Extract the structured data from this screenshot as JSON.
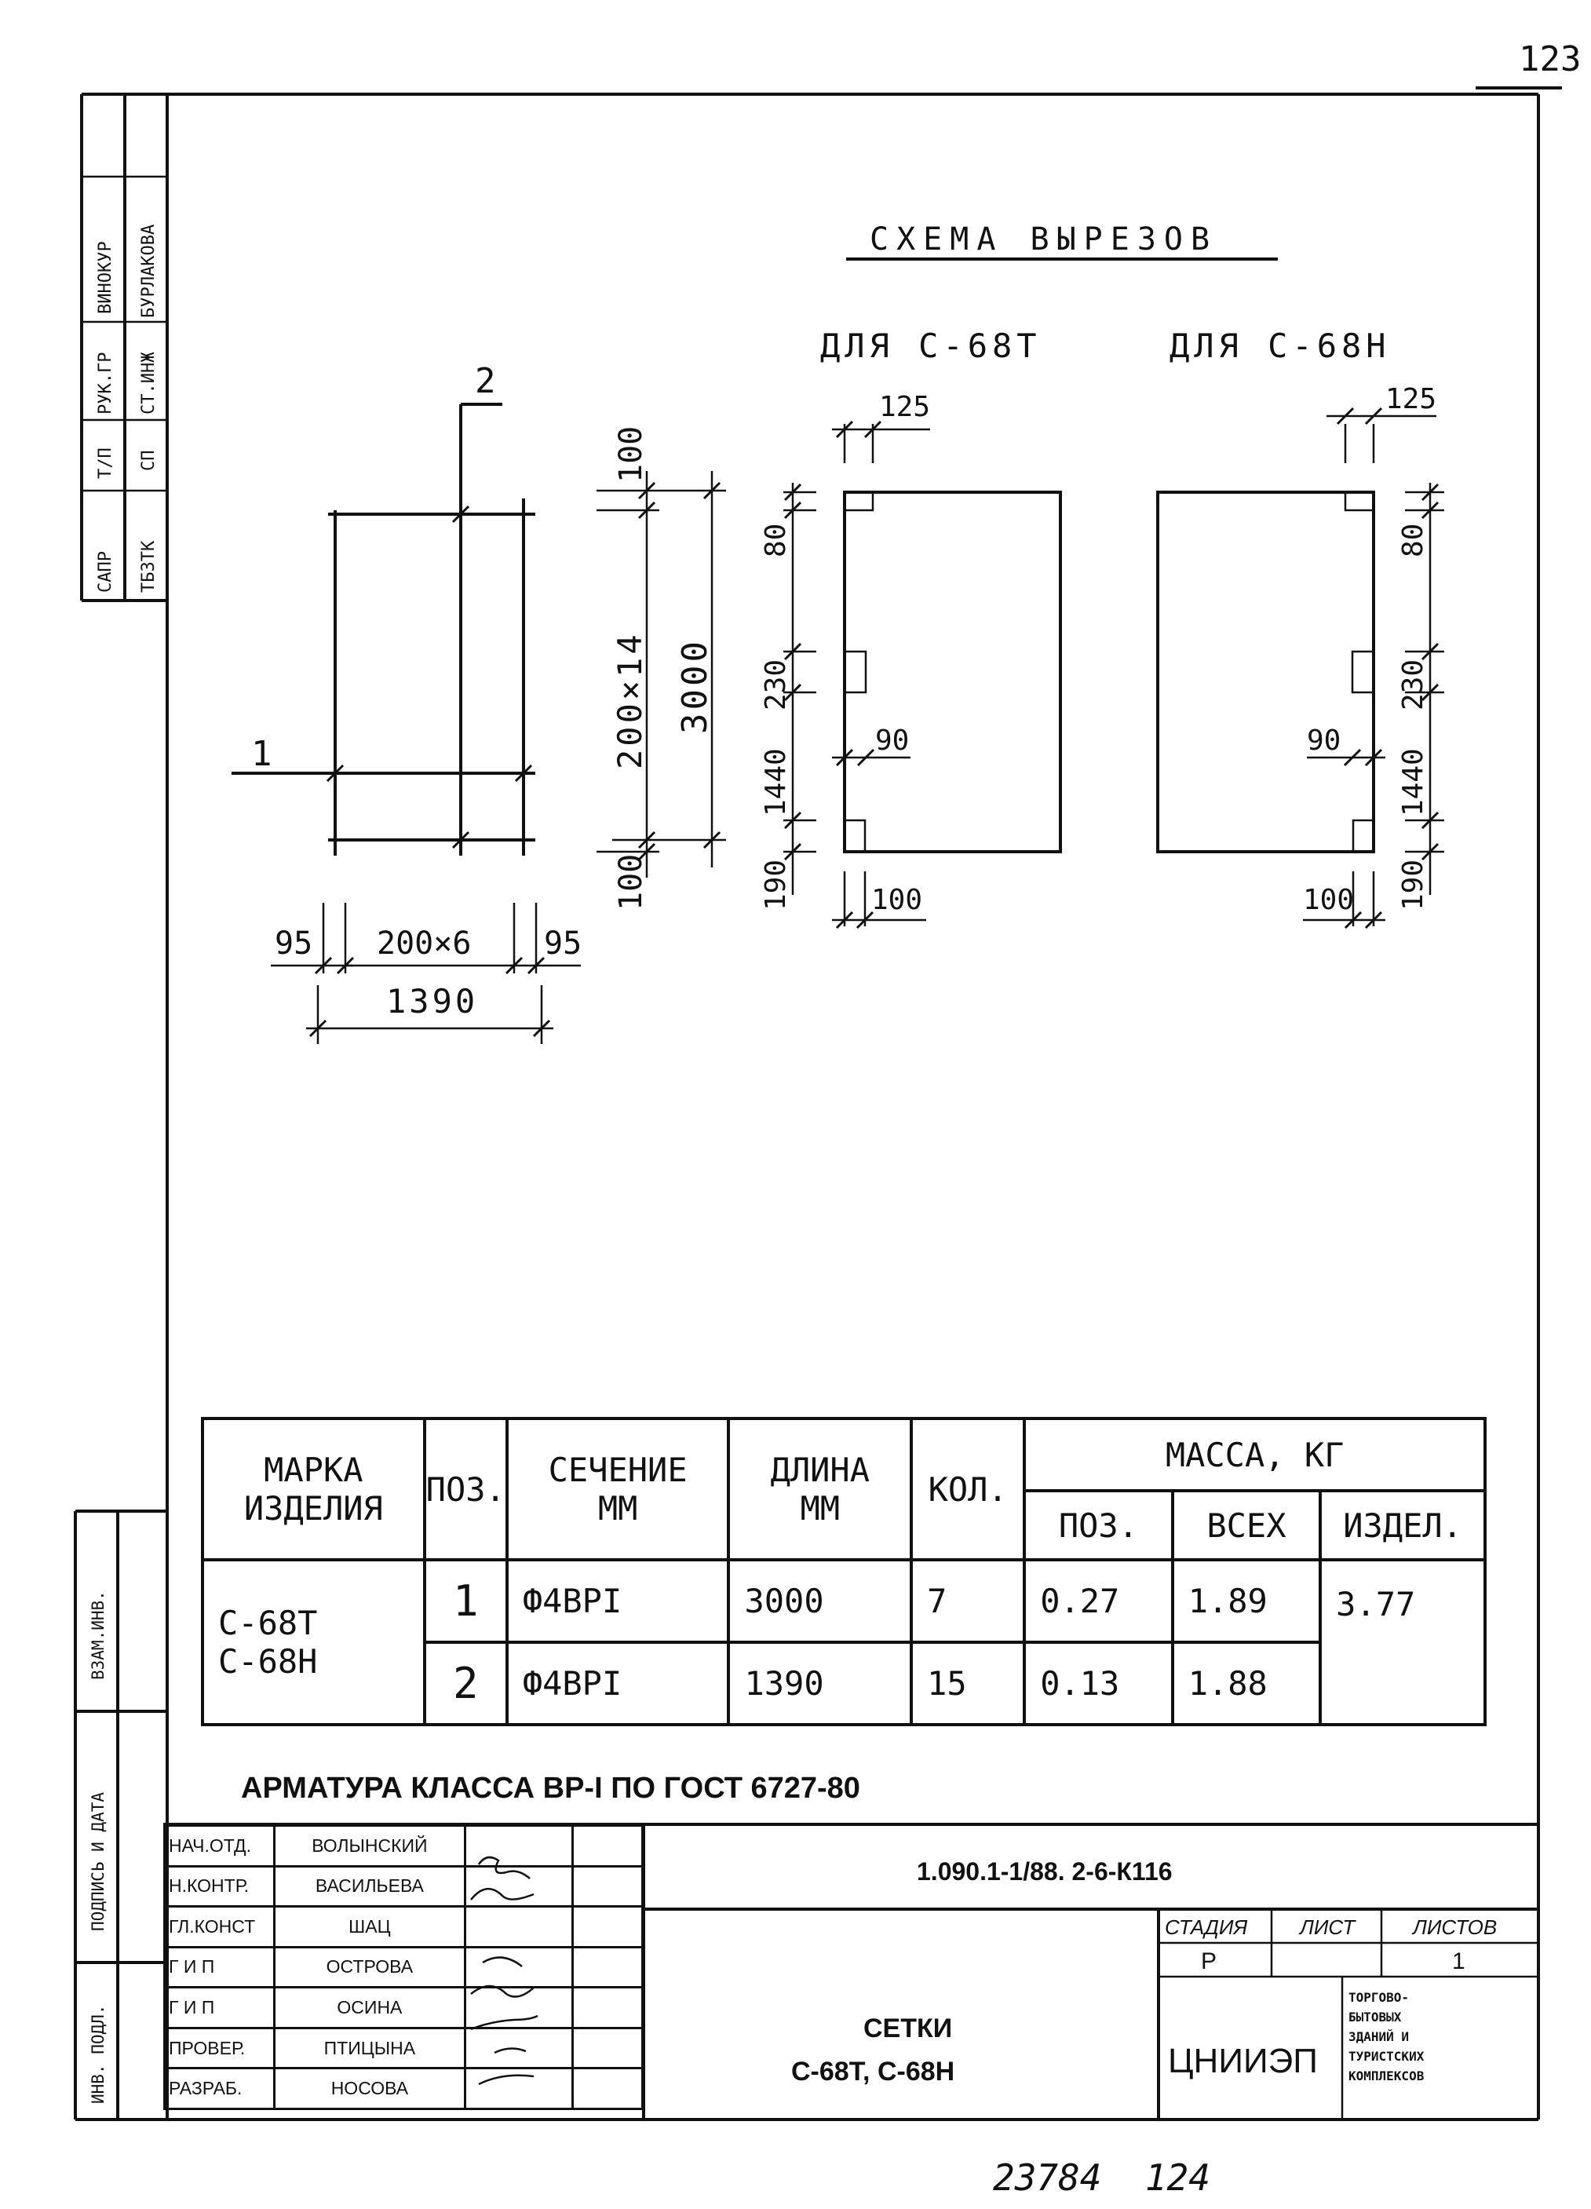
{
  "page_number": "123",
  "bottom_note": "23784  124",
  "scheme": {
    "title": "СХЕМА ВЫРЕЗОВ",
    "label_left": "ДЛЯ С-68Т",
    "label_right": "ДЛЯ С-68Н"
  },
  "mesh": {
    "pos1": "1",
    "pos2": "2",
    "dim_top": "100",
    "dim_mid": "200×14",
    "dim_total": "3000",
    "dim_bottom": "100",
    "dim_left": "95",
    "dim_span": "200×6",
    "dim_right": "95",
    "dim_width": "1390"
  },
  "cutouts": {
    "d125": "125",
    "d80": "80",
    "d230": "230",
    "d1440": "1440",
    "d90": "90",
    "d190": "190",
    "d100": "100"
  },
  "left_stamp": {
    "top": [
      [
        "САПР",
        "ТБ3ТК"
      ],
      [
        "Т/П",
        "СП"
      ],
      [
        "РУК.ГР",
        "СТ.ИНЖ"
      ],
      [
        "ВИНОКУР",
        "БУРЛАКОВА"
      ]
    ],
    "bottom": [
      "ВЗАМ.ИНВ.",
      "ПОДПИСЬ И ДАТА",
      "ИНВ. ПОДЛ."
    ]
  },
  "spec_table": {
    "headers": {
      "marka": [
        "МАРКА",
        "ИЗДЕЛИЯ"
      ],
      "poz": "ПОЗ.",
      "sechenie": [
        "СЕЧЕНИЕ",
        "ММ"
      ],
      "dlina": [
        "ДЛИНА",
        "ММ"
      ],
      "kol": "КОЛ.",
      "massa": "МАССА, КГ",
      "massa_poz": "ПОЗ.",
      "massa_vseh": "ВСЕХ",
      "massa_izdel": "ИЗДЕЛ."
    },
    "product": [
      "С-68Т",
      "С-68Н"
    ],
    "rows": [
      {
        "poz": "1",
        "sechenie": "Ф4ВРI",
        "dlina": "3000",
        "kol": "7",
        "m_poz": "0.27",
        "m_vseh": "1.89"
      },
      {
        "poz": "2",
        "sechenie": "Ф4ВРI",
        "dlina": "1390",
        "kol": "15",
        "m_poz": "0.13",
        "m_vseh": "1.88"
      }
    ],
    "m_izdel": "3.77"
  },
  "note": "АРМАТУРА КЛАССА ВР-I ПО ГОСТ 6727-80",
  "title_block": {
    "people": [
      {
        "role": "НАЧ.ОТД.",
        "name": "ВОЛЫНСКИЙ"
      },
      {
        "role": "Н.КОНТР.",
        "name": "ВАСИЛЬЕВА"
      },
      {
        "role": "ГЛ.КОНСТ",
        "name": "ШАЦ"
      },
      {
        "role": "Г И П",
        "name": "ОСТРОВА"
      },
      {
        "role": "Г И П",
        "name": "ОСИНА"
      },
      {
        "role": "ПРОВЕР.",
        "name": "ПТИЦЫНА"
      },
      {
        "role": "РАЗРАБ.",
        "name": "НОСОВА"
      }
    ],
    "doc_code": "1.090.1-1/88. 2-6-К116",
    "name_line1": "СЕТКИ",
    "name_line2": "С-68Т, С-68Н",
    "stage_label": "СТАДИЯ",
    "sheet_label": "ЛИСТ",
    "sheets_label": "ЛИСТОВ",
    "stage": "Р",
    "sheets": "1",
    "org": "ЦНИИЭП",
    "org_desc": [
      "ТОРГОВО-",
      "БЫТОВЫХ",
      "ЗДАНИЙ И",
      "ТУРИСТСКИХ",
      "КОМПЛЕКСОВ"
    ]
  }
}
